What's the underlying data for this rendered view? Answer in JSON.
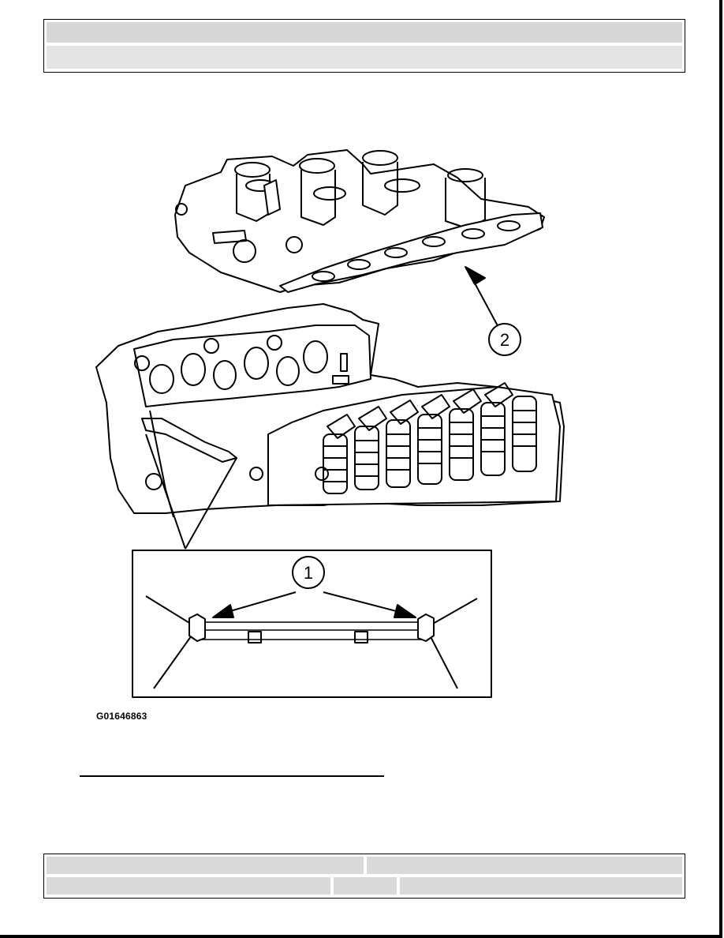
{
  "header": {
    "title": "",
    "subtitle": ""
  },
  "figure": {
    "callouts": [
      "1",
      "2"
    ],
    "figure_id": "G01646863"
  },
  "footer": {
    "cell_1": "",
    "cell_2": "",
    "cell_3": "",
    "cell_4": "",
    "cell_5": ""
  }
}
